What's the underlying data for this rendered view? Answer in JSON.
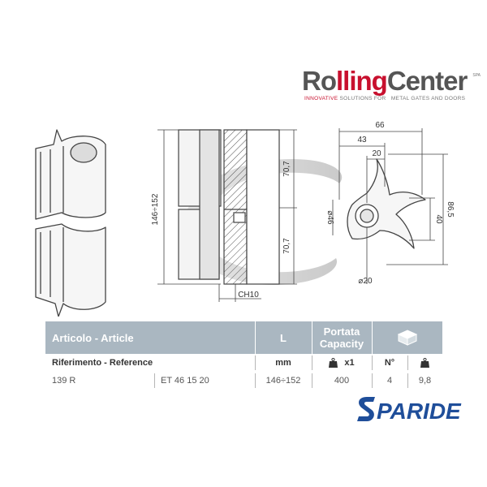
{
  "logo": {
    "brand_part1": "Ro",
    "brand_part2": "lling",
    "brand_part3": "Center",
    "spa": "SPA",
    "tagline_red": "INNOVATIVE",
    "tagline_rest": " SOLUTIONS FOR",
    "tagline_right": "METAL GATES AND DOORS"
  },
  "drawing": {
    "dim_total_height": "146÷152",
    "dim_top": "70,7",
    "dim_bottom": "70,7",
    "dim_ch": "CH10",
    "dim_width": "66",
    "dim_43": "43",
    "dim_20": "20",
    "dim_40": "40",
    "dim_86": "86,5",
    "dim_d46": "⌀46",
    "dim_d20": "⌀20"
  },
  "table": {
    "header": {
      "article": "Articolo - Article",
      "l": "L",
      "capacity_line1": "Portata",
      "capacity_line2": "Capacity"
    },
    "subheader": {
      "reference": "Riferimento - Reference",
      "unit": "mm",
      "x1": "x1",
      "n": "N°"
    },
    "row": {
      "code": "139 R",
      "ref": "ET 46 15 20",
      "l": "146÷152",
      "capacity": "400",
      "n": "4",
      "weight": "9,8"
    }
  },
  "paride": {
    "text": "PARIDE"
  },
  "colors": {
    "header": "#aab7c1",
    "brand_red": "#c8102e",
    "paride_blue": "#1f4e9a"
  }
}
